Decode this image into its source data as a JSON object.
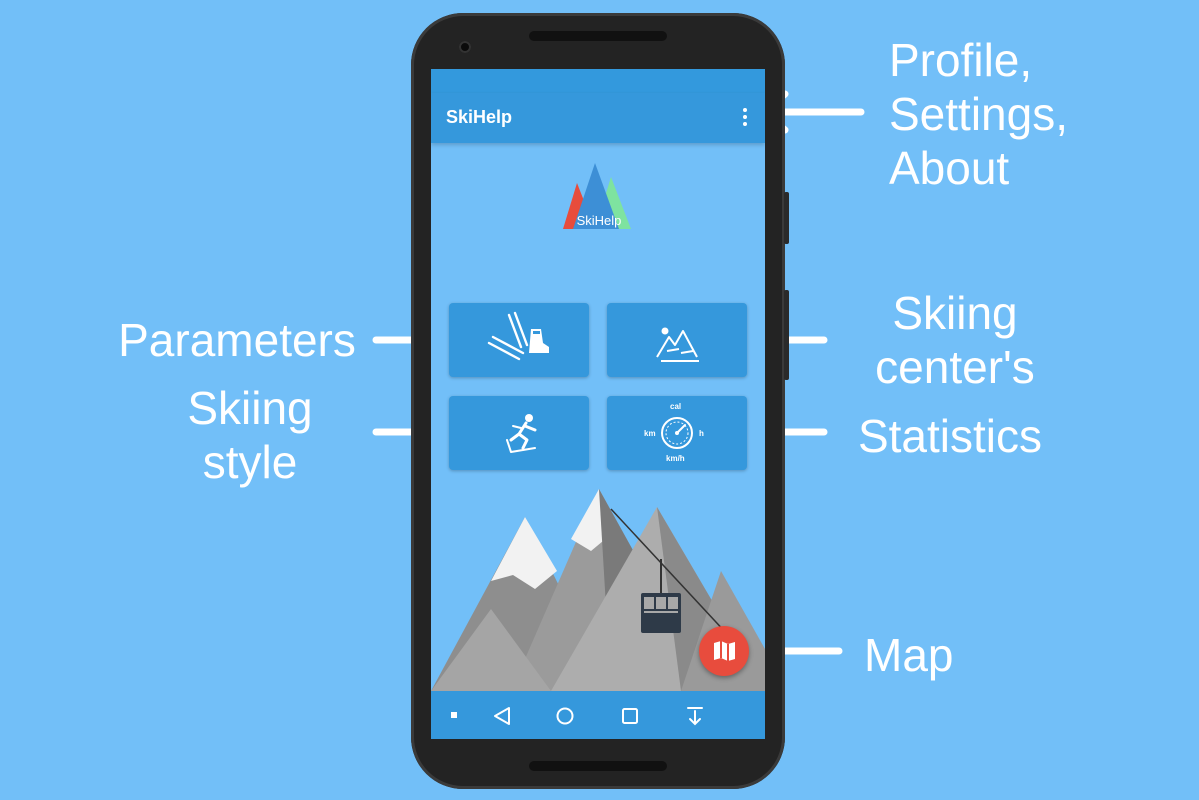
{
  "callouts": {
    "menu": [
      "Profile,",
      "Settings,",
      "About"
    ],
    "parameters": "Parameters",
    "skiing_style": [
      "Skiing",
      "style"
    ],
    "skiing_center": [
      "Skiing",
      "center's"
    ],
    "statistics": "Statistics",
    "map": "Map"
  },
  "app": {
    "title": "SkiHelp",
    "logo_text": "SkiHelp",
    "overflow_icon": "more-vert-icon"
  },
  "tiles": [
    {
      "name": "parameters",
      "icon": "skis-boot-icon"
    },
    {
      "name": "skiing-center",
      "icon": "mountain-landscape-icon"
    },
    {
      "name": "skiing-style",
      "icon": "skier-icon"
    },
    {
      "name": "statistics",
      "icon": "speedometer-icon",
      "labels": {
        "top": "cal",
        "left": "km",
        "right": "h",
        "bottom": "km/h"
      }
    }
  ],
  "fab": {
    "icon": "map-icon"
  },
  "navbar": {
    "icons": [
      "square-dot-icon",
      "back-triangle-icon",
      "home-circle-icon",
      "recents-square-icon",
      "download-arrow-icon"
    ]
  },
  "colors": {
    "background": "#72bff8",
    "appbar": "#3598dc",
    "fab": "#e84c3d",
    "mountain_dark": "#7d7d7d",
    "mountain_light": "#a8a8a8",
    "snow": "#f2f2f2"
  }
}
